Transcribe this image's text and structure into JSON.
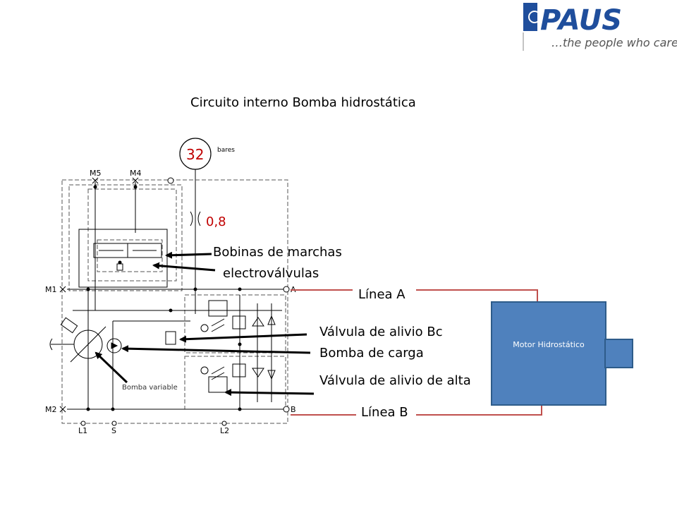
{
  "logo": {
    "brand": "PAUS",
    "tagline": "…the people who care"
  },
  "title": "Circuito interno Bomba hidrostática",
  "gauge": {
    "value": "32",
    "unit": "bares"
  },
  "orifice": "0,8",
  "ports": {
    "M5": "M5",
    "M4": "M4",
    "M1": "M1",
    "M2": "M2",
    "A": "A",
    "B": "B",
    "L1": "L1",
    "L2": "L2",
    "S": "S"
  },
  "labels": {
    "bobinas": "Bobinas de marchas",
    "electrovalvulas": "electroválvulas",
    "linea_a": "Línea A",
    "linea_b": "Línea B",
    "valvula_bc": "Válvula de alivio Bc",
    "bomba_carga": "Bomba de carga",
    "valvula_alta": "Válvula de alivio de alta",
    "bomba_variable": "Bomba variable"
  },
  "motor": {
    "label": "Motor Hidrostático"
  },
  "colors": {
    "accent_red": "#c00000",
    "motor_fill": "#4f81bd",
    "motor_border": "#2e5c8a",
    "logo_blue": "#1f4e9c"
  }
}
